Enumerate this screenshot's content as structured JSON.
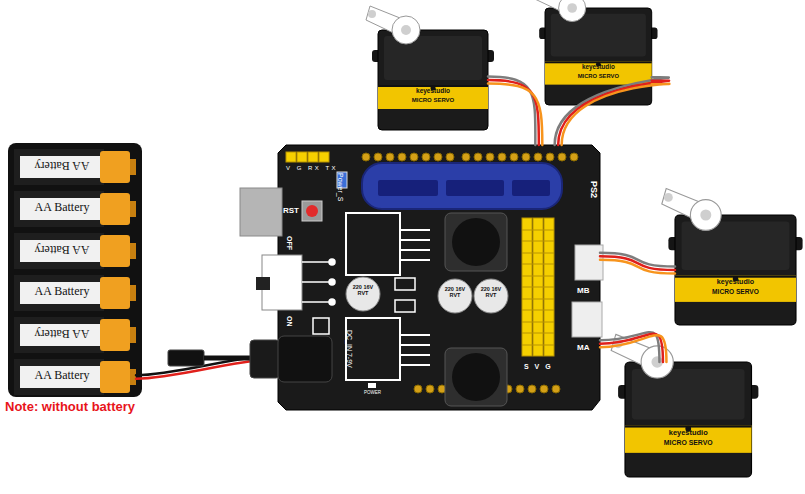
{
  "diagram": {
    "nodes": [
      {
        "text": [
          "keyestudio",
          "MICRO SERVO"
        ]
      },
      {
        "text": [
          "keyestudio",
          "MICRO SERVO"
        ]
      },
      {
        "text": [
          "AA Battery"
        ]
      },
      {
        "text": [
          "AA Battery"
        ]
      },
      {
        "text": [
          "AA Battery"
        ]
      },
      {
        "text": [
          "AA Battery"
        ]
      },
      {
        "text": [
          "AA Battery"
        ]
      },
      {
        "text": [
          "AA Battery"
        ]
      },
      {
        "text": [
          "V G RX TX",
          "Power_S",
          "PS2",
          "RST",
          "OFF",
          "220 16V RVT",
          "220 16V RVT",
          "220 16V RVT",
          "MB",
          "ON",
          "MA",
          "DC_IN 7-9V",
          "S V G",
          "POWER"
        ]
      },
      {
        "text": [
          "keyestudio",
          "MICRO SERVO"
        ]
      },
      {
        "text": [
          "keyestudio",
          "MICRO SERVO"
        ]
      }
    ],
    "edges": [
      {
        "from": 7,
        "to": 8,
        "arrow": "none"
      },
      {
        "from": 0,
        "to": 8,
        "arrow": "none"
      },
      {
        "from": 1,
        "to": 8,
        "arrow": "none"
      },
      {
        "from": 9,
        "to": 8,
        "arrow": "none"
      },
      {
        "from": 10,
        "to": 8,
        "arrow": "none"
      }
    ],
    "labels": [
      "Note: without battery"
    ]
  }
}
